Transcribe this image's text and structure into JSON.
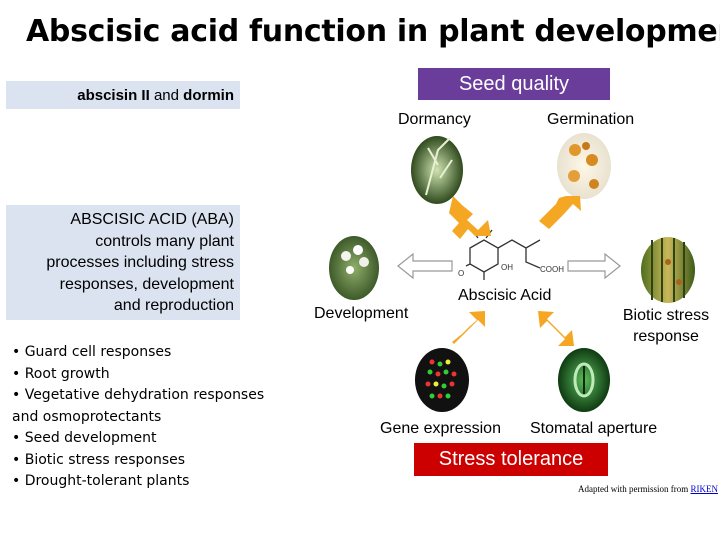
{
  "title": "Abscisic acid function in plant development",
  "synonyms": {
    "part1": "abscisin II",
    "part2": " and ",
    "part3": "dormin"
  },
  "aba_box": {
    "line1": "ABSCISIC ACID  (ABA)",
    "line2": "controls many plant",
    "line3": "processes including stress",
    "line4": "responses, development",
    "line5": "and reproduction"
  },
  "bullets": [
    "• Guard cell responses",
    "• Root growth",
    "• Vegetative dehydration responses",
    "and osmoprotectants",
    "• Seed development",
    "• Biotic stress responses",
    "• Drought-tolerant plants"
  ],
  "diagram": {
    "seed_quality": "Seed quality",
    "dormancy": "Dormancy",
    "germination": "Germination",
    "development": "Development",
    "abscisic_acid": "Abscisic Acid",
    "biotic_line1": "Biotic stress",
    "biotic_line2": "response",
    "gene_expression": "Gene expression",
    "stomatal_aperture": "Stomatal aperture",
    "stress_tolerance": "Stress tolerance",
    "credit_text": "Adapted with permission from ",
    "credit_link": "RIKEN",
    "molecule_oh": "OH",
    "molecule_o": "O",
    "molecule_cooh": "COOH"
  },
  "colors": {
    "panel": "#dbe3f0",
    "seed_quality": "#6a3d9a",
    "stress_tolerance": "#cc0000",
    "arrow_orange": "#f5a623",
    "arrow_light": "#ffffff"
  }
}
